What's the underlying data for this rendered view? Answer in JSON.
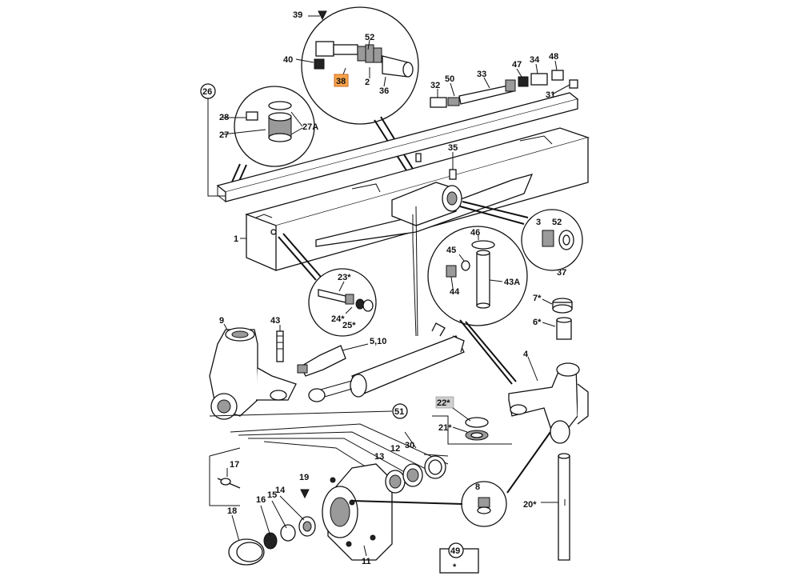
{
  "diagram": {
    "callouts": {
      "c39": "39",
      "c40": "40",
      "c52a": "52",
      "c38": "38",
      "c2": "2",
      "c36": "36",
      "c26": "26",
      "c28": "28",
      "c27A": "27A",
      "c27": "27",
      "c32": "32",
      "c50": "50",
      "c33": "33",
      "c47": "47",
      "c34": "34",
      "c48": "48",
      "c31": "31",
      "c35": "35",
      "c1": "1",
      "c3": "3",
      "c52b": "52",
      "c37": "37",
      "c46": "46",
      "c45": "45",
      "c44": "44",
      "c43A": "43A",
      "c23": "23*",
      "c24": "24*",
      "c25": "25*",
      "c7": "7*",
      "c6": "6*",
      "c4": "4",
      "c9": "9",
      "c43": "43",
      "c510": "5,10",
      "c22": "22*",
      "c21": "21*",
      "c51": "51",
      "c30": "30",
      "c12": "12",
      "c13": "13",
      "c17": "17",
      "c19": "19",
      "c14": "14",
      "c15": "15",
      "c16": "16",
      "c18": "18",
      "c11": "11",
      "c8": "8",
      "c20": "20*",
      "c49": "49",
      "star": "*"
    },
    "colors": {
      "highlight": "#f7a44a",
      "highlight_grey": "#cfcfcf",
      "ink": "#111111"
    }
  }
}
